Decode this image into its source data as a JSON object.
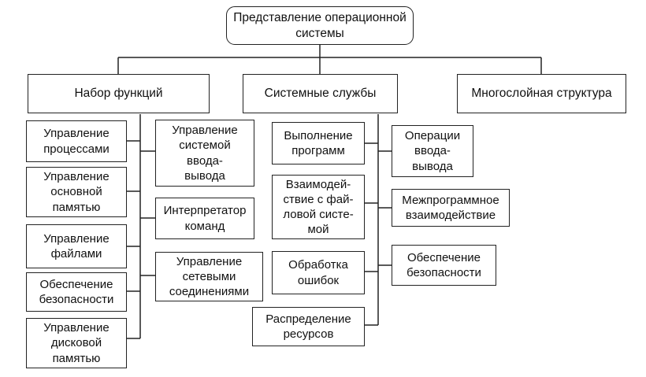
{
  "root": "Представление операционной\nсистемы",
  "categories": [
    "Набор функций",
    "Системные службы",
    "Многослойная структура"
  ],
  "functions_col1": [
    "Управление\nпроцессами",
    "Управление\nосновной\nпамятью",
    "Управление\nфайлами",
    "Обеспечение\nбезопасности",
    "Управление\nдисковой\nпамятью"
  ],
  "functions_col2": [
    "Управление\nсистемой\nввода-\nвывода",
    "Интерпретатор\nкоманд",
    "Управление\nсетевыми\nсоединениями"
  ],
  "services_col1": [
    "Выполнение\nпрограмм",
    "Взаимодей-\nствие с фай-\nловой систе-\nмой",
    "Обработка\nошибок",
    "Распределение\nресурсов"
  ],
  "services_col2": [
    "Операции\nввода-\nвывода",
    "Межпрограммное\nвзаимодействие",
    "Обеспечение\nбезопасности"
  ]
}
